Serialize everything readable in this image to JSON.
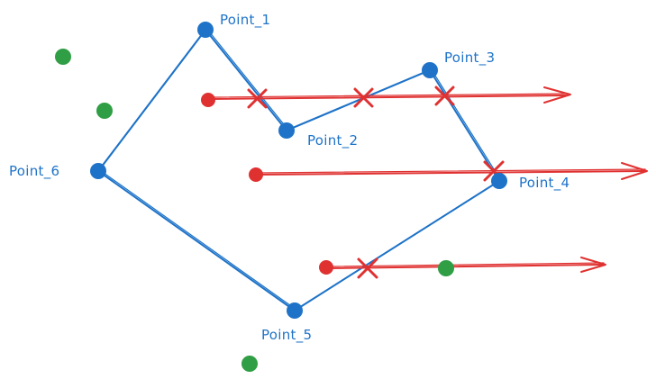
{
  "diagram": {
    "colors": {
      "polygon": "#1e73c8",
      "ray": "#e03131",
      "outside_point": "#2f9e44",
      "background": "#ffffff"
    },
    "vertices": [
      {
        "id": "p1",
        "label": "Point_1"
      },
      {
        "id": "p2",
        "label": "Point_2"
      },
      {
        "id": "p3",
        "label": "Point_3"
      },
      {
        "id": "p4",
        "label": "Point_4"
      },
      {
        "id": "p5",
        "label": "Point_5"
      },
      {
        "id": "p6",
        "label": "Point_6"
      }
    ],
    "rays": [
      {
        "id": "ray-1",
        "crossings": 3
      },
      {
        "id": "ray-2",
        "crossings": 1
      },
      {
        "id": "ray-3",
        "crossings": 1
      }
    ],
    "outside_point_count": 4
  }
}
